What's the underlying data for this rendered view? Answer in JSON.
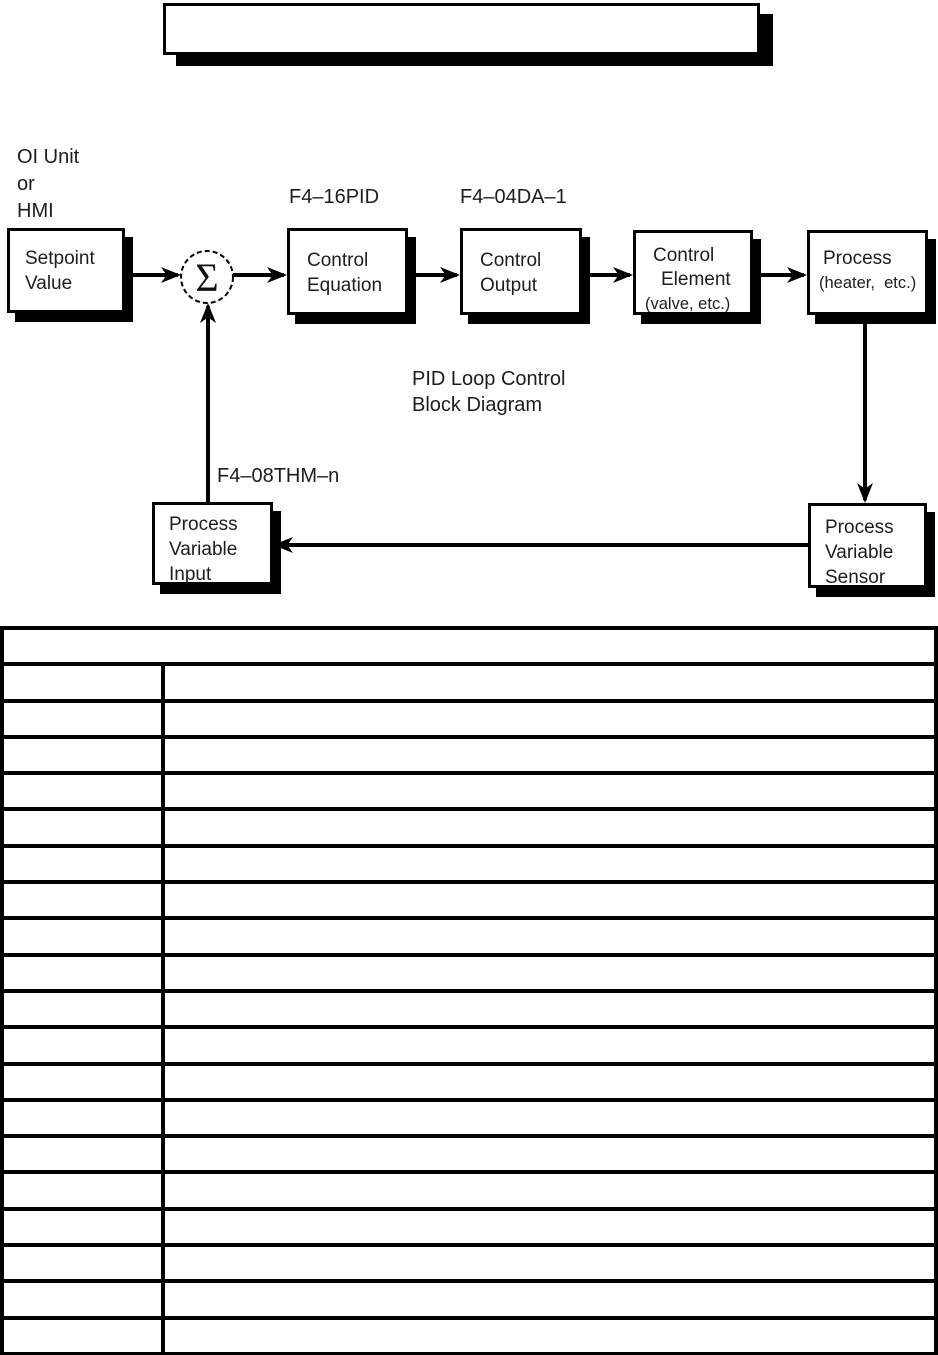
{
  "page": {
    "background": "#ffffff",
    "ink": "#000000",
    "text_color": "#1d1d1d"
  },
  "title_box": {
    "text": ""
  },
  "diagram": {
    "caption": {
      "line1": "PID Loop Control",
      "line2": "Block Diagram"
    },
    "oi_label": {
      "line1": "OI Unit",
      "line2": "or",
      "line3": "HMI"
    },
    "sigma_symbol": "Σ",
    "module_labels": {
      "pid_module": "F4–16PID",
      "da_module": "F4–04DA–1",
      "thm_module": "F4–08THM–n"
    },
    "boxes": {
      "setpoint": {
        "line1": "Setpoint",
        "line2": "Value"
      },
      "control_equation": {
        "line1": "Control",
        "line2": "Equation"
      },
      "control_output": {
        "line1": "Control",
        "line2": "Output"
      },
      "control_element": {
        "line1": "Control",
        "line2": "Element",
        "line3": "(valve, etc.)"
      },
      "process": {
        "line1": "Process",
        "line2": "(heater,  etc.)"
      },
      "pv_input": {
        "line1": "Process",
        "line2": "Variable",
        "line3": "Input"
      },
      "pv_sensor": {
        "line1": "Process",
        "line2": "Variable",
        "line3": "Sensor"
      }
    }
  },
  "table": {
    "header": "",
    "body_row_count": 19,
    "columns": [
      "",
      ""
    ],
    "rows": []
  }
}
